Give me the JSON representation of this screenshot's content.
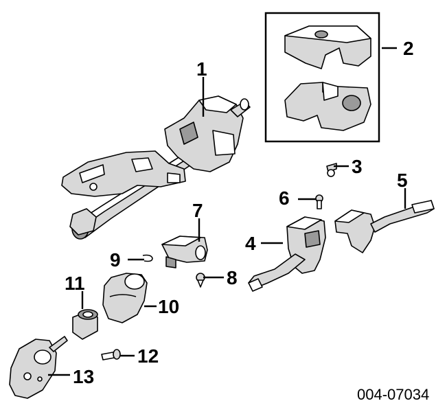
{
  "diagram": {
    "drawing_code": "004-07034",
    "callouts": [
      {
        "id": "1",
        "label": "1",
        "part": "steering-column"
      },
      {
        "id": "2",
        "label": "2",
        "part": "column-shroud-covers"
      },
      {
        "id": "3",
        "label": "3",
        "part": "screw"
      },
      {
        "id": "4",
        "label": "4",
        "part": "turn-signal-switch"
      },
      {
        "id": "5",
        "label": "5",
        "part": "wiper-switch"
      },
      {
        "id": "6",
        "label": "6",
        "part": "screw"
      },
      {
        "id": "7",
        "label": "7",
        "part": "ignition-switch"
      },
      {
        "id": "8",
        "label": "8",
        "part": "screw"
      },
      {
        "id": "9",
        "label": "9",
        "part": "clip"
      },
      {
        "id": "10",
        "label": "10",
        "part": "lock-cylinder-boot"
      },
      {
        "id": "11",
        "label": "11",
        "part": "bushing"
      },
      {
        "id": "12",
        "label": "12",
        "part": "screw"
      },
      {
        "id": "13",
        "label": "13",
        "part": "clock-spring"
      }
    ]
  }
}
